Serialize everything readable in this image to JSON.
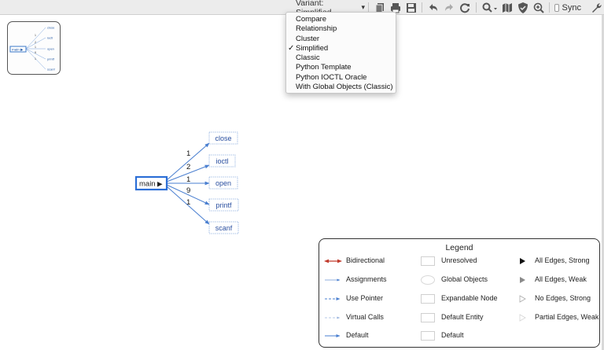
{
  "toolbar": {
    "variant_label": "Variant: Simplified",
    "sync_label": "Sync",
    "icons": [
      "copy-icon",
      "print-icon",
      "save-icon",
      "undo-icon",
      "redo-icon",
      "refresh-icon",
      "search-icon",
      "map-icon",
      "shield-icon",
      "zoom-in-icon",
      "wrench-icon"
    ]
  },
  "dropdown": {
    "items": [
      {
        "label": "Compare",
        "checked": false
      },
      {
        "label": "Relationship",
        "checked": false
      },
      {
        "label": "Cluster",
        "checked": false
      },
      {
        "label": "Simplified",
        "checked": true
      },
      {
        "label": "Classic",
        "checked": false
      },
      {
        "label": "Python Template",
        "checked": false
      },
      {
        "label": "Python IOCTL Oracle",
        "checked": false
      },
      {
        "label": "With Global Objects (Classic)",
        "checked": false
      }
    ],
    "check_mark": "✓"
  },
  "minimap": {
    "root": "main ▶",
    "nodes": [
      "close",
      "ioctl",
      "open",
      "printf",
      "scanf"
    ],
    "edge_counts": [
      "1",
      "2",
      "1",
      "9",
      "1"
    ]
  },
  "graph": {
    "root": {
      "label": "main",
      "arrow": "▶"
    },
    "nodes": [
      "close",
      "ioctl",
      "open",
      "printf",
      "scanf"
    ],
    "edge_counts": [
      "1",
      "2",
      "1",
      "9",
      "1"
    ]
  },
  "legend": {
    "title": "Legend",
    "edges": [
      "Bidirectional",
      "Assignments",
      "Use Pointer",
      "Virtual Calls",
      "Default"
    ],
    "entities": [
      "Unresolved",
      "Global Objects",
      "Expandable Node",
      "Default Entity",
      "Default"
    ],
    "arrows": [
      "All Edges, Strong",
      "All Edges, Weak",
      "No Edges, Strong",
      "Partial Edges, Weak"
    ],
    "colors": {
      "bidirectional": "#c0392b",
      "edge": "#4a7fd0",
      "node_border": "#3a78c9",
      "root_border": "#2c6fd6"
    }
  }
}
